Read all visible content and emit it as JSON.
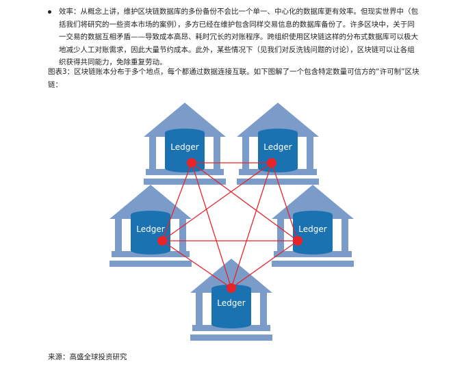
{
  "bullet_text": "效率：从概念上讲，维护区块链数据库的多份备份不会比一个单一、中心化的数据库更有效率。但现实世界中（包括我们将研究的一些资本市场的案例），多方已经在维护包含同样交易信息的数据库备份了。许多区块中，关于同一交易的数据互相矛盾——导致成本高昂、耗时冗长的对账程序。跨组织使用区块链这样的分布式数据库可以极大地减少人工对账需求，因此大量节约成本。此外，某些情况下（见我们对反洗钱问题的讨论），区块链可以让各组织获得共同能力，免除重复劳动。",
  "caption": "图表3：区块链账本分布于多个地点，每个都通过数据连接互联。如下图解了一个包含特定数量可信方的“许可制”区块链：",
  "diagram": {
    "node_label": "Ledger",
    "colors": {
      "building": "#7b9cc9",
      "ledger": "#1b72b0",
      "link": "#e8232a"
    }
  },
  "source": "来源：高盛全球投资研究"
}
